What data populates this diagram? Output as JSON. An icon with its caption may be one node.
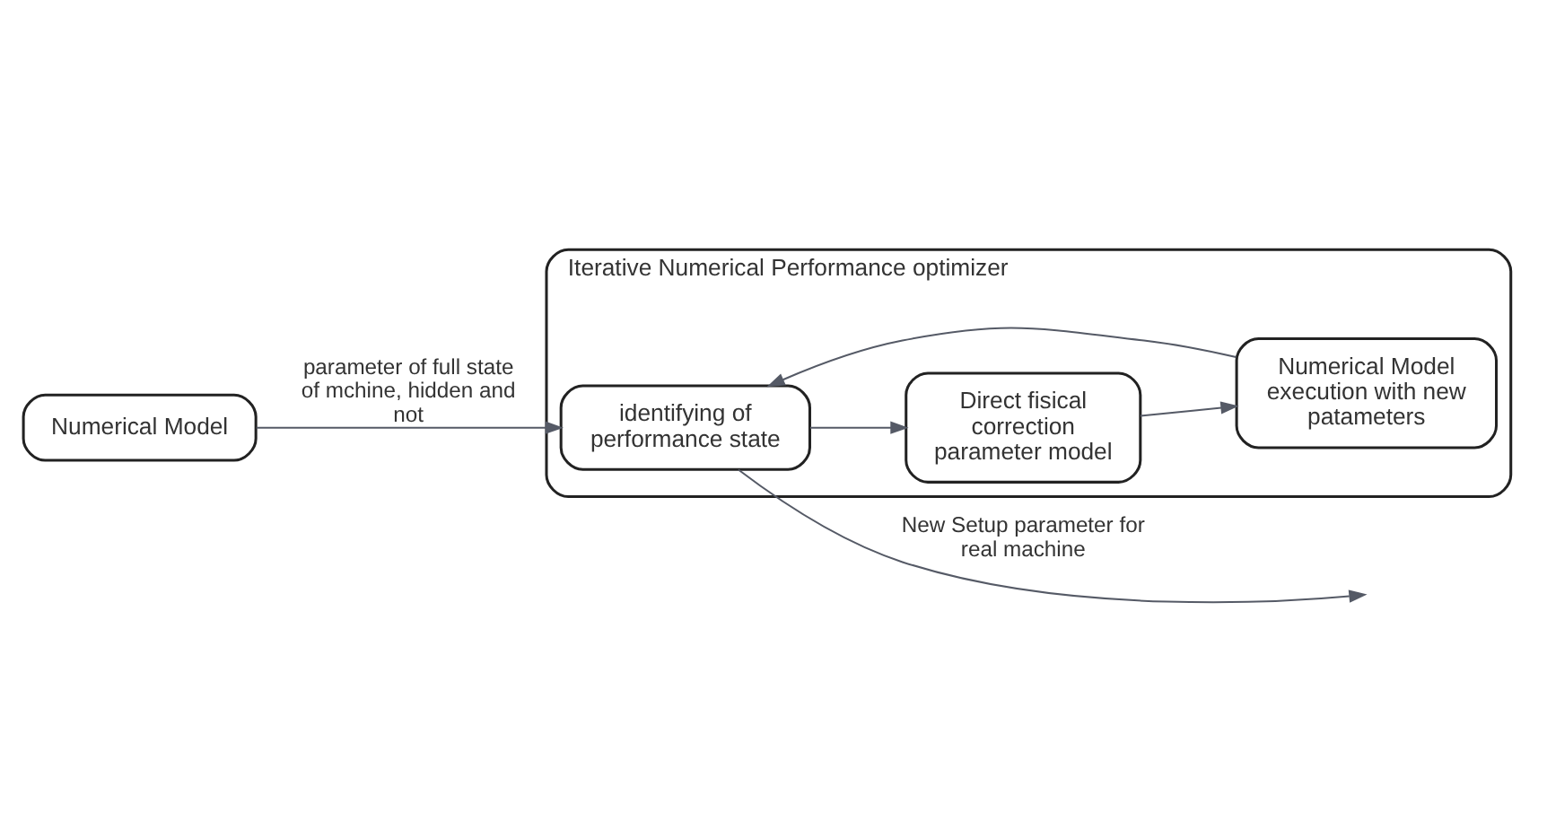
{
  "diagram": {
    "nodes": [
      {
        "text": [
          "Numerical Model"
        ]
      },
      {
        "text": [
          "Iterative Numerical Performance optimizer"
        ]
      },
      {
        "text": [
          "identifying of performance state"
        ],
        "in": 1
      },
      {
        "text": [
          "Direct fisical correction parameter model"
        ],
        "in": 1
      },
      {
        "text": [
          "Numerical Model execution with new patameters"
        ],
        "in": 1
      }
    ],
    "edges": [
      {
        "from": 0,
        "to": 2,
        "arrow": "to",
        "label": "parameter of full state of mchine, hidden and not"
      },
      {
        "from": 2,
        "to": 3,
        "arrow": "to"
      },
      {
        "from": 3,
        "to": 4,
        "arrow": "to"
      },
      {
        "from": 4,
        "to": 2,
        "arrow": "to"
      },
      {
        "from": 2,
        "to": null,
        "arrow": "to",
        "label": "New Setup parameter for real machine"
      }
    ]
  }
}
